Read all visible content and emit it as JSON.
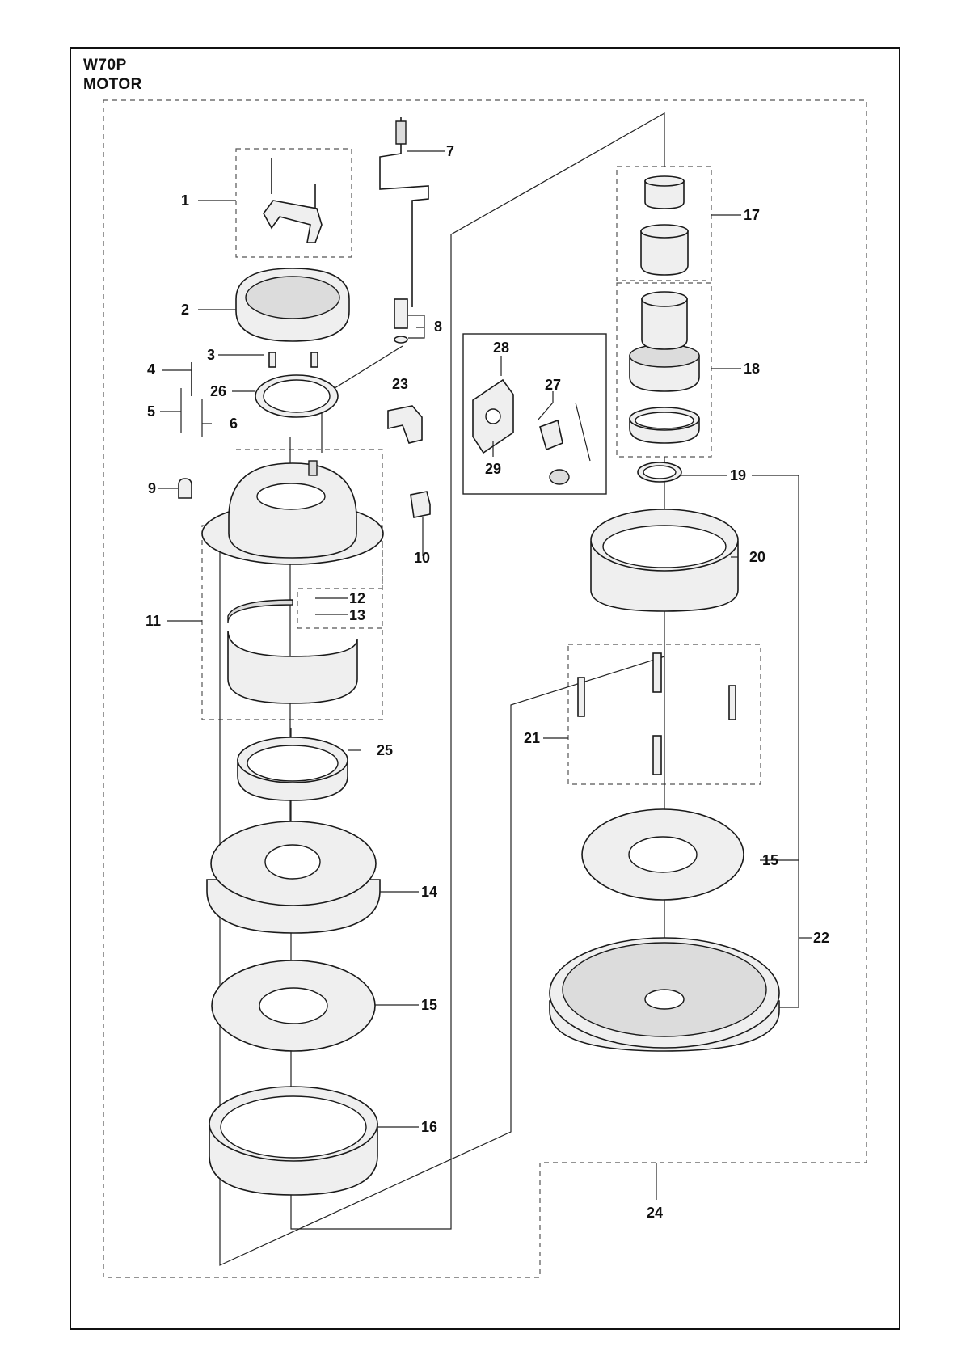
{
  "header": {
    "model": "W70P",
    "section": "MOTOR"
  },
  "callouts": [
    {
      "id": "c1",
      "label": "1"
    },
    {
      "id": "c2",
      "label": "2"
    },
    {
      "id": "c3",
      "label": "3"
    },
    {
      "id": "c4",
      "label": "4"
    },
    {
      "id": "c5",
      "label": "5"
    },
    {
      "id": "c6",
      "label": "6"
    },
    {
      "id": "c7",
      "label": "7"
    },
    {
      "id": "c8",
      "label": "8"
    },
    {
      "id": "c9",
      "label": "9"
    },
    {
      "id": "c10",
      "label": "10"
    },
    {
      "id": "c11",
      "label": "11"
    },
    {
      "id": "c12",
      "label": "12"
    },
    {
      "id": "c13",
      "label": "13"
    },
    {
      "id": "c14",
      "label": "14"
    },
    {
      "id": "c15a",
      "label": "15"
    },
    {
      "id": "c15b",
      "label": "15"
    },
    {
      "id": "c16",
      "label": "16"
    },
    {
      "id": "c17",
      "label": "17"
    },
    {
      "id": "c18",
      "label": "18"
    },
    {
      "id": "c19",
      "label": "19"
    },
    {
      "id": "c20",
      "label": "20"
    },
    {
      "id": "c21",
      "label": "21"
    },
    {
      "id": "c22",
      "label": "22"
    },
    {
      "id": "c23",
      "label": "23"
    },
    {
      "id": "c24",
      "label": "24"
    },
    {
      "id": "c25",
      "label": "25"
    },
    {
      "id": "c26",
      "label": "26"
    },
    {
      "id": "c27",
      "label": "27"
    },
    {
      "id": "c28",
      "label": "28"
    },
    {
      "id": "c29",
      "label": "29"
    }
  ]
}
